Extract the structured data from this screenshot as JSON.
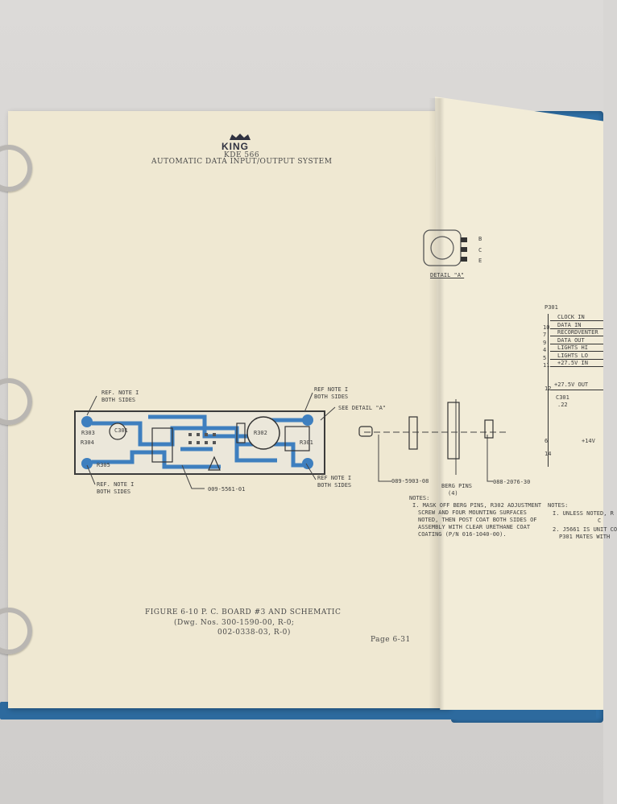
{
  "document": {
    "brand": "KING",
    "model": "KDE 566",
    "system_title": "AUTOMATIC DATA INPUT/OUTPUT SYSTEM",
    "figure_caption_line1": "FIGURE 6-10 P. C. BOARD #3 AND SCHEMATIC",
    "figure_caption_line2": "(Dwg. Nos. 300-1590-00, R-0;",
    "figure_caption_line3": "002-0338-03, R-0)",
    "page_number": "Page 6-31"
  },
  "pcb_labels": {
    "ref_note_tl_1": "REF. NOTE I",
    "ref_note_tl_2": "BOTH SIDES",
    "ref_note_tr_1": "REF NOTE I",
    "ref_note_tr_2": "BOTH SIDES",
    "ref_note_bl_1": "REF. NOTE I",
    "ref_note_bl_2": "BOTH SIDES",
    "ref_note_br_1": "REF NOTE I",
    "ref_note_br_2": "BOTH SIDES",
    "see_detail": "SEE DETAIL \"A\"",
    "r303": "R303",
    "r304": "R304",
    "r305": "R305",
    "r302": "R302",
    "r301": "R301",
    "c301": "C301",
    "part_board": "009-5561-01"
  },
  "hardware": {
    "screw_part": "089-5903-08",
    "pins_label_1": "BERG PINS",
    "pins_label_2": "(4)",
    "pin_part": "088-2076-30"
  },
  "detail": {
    "label": "DETAIL \"A\"",
    "pin_b": "B",
    "pin_c": "C",
    "pin_e": "E"
  },
  "notes_left": {
    "title": "NOTES:",
    "line1": "I. MASK OFF BERG PINS, R302 ADJUSTMENT",
    "line2": "SCREW AND FOUR MOUNTING SURFACES",
    "line3": "NOTED, THEN POST COAT BOTH SIDES OF",
    "line4": "ASSEMBLY WITH CLEAR URETHANE COAT",
    "line5": "COATING (P/N 016-1040-00)."
  },
  "schematic": {
    "connector": "P301",
    "pins": [
      "CLOCK IN",
      "DATA IN",
      "RECORDVENTER",
      "DATA OUT",
      "LIGHTS HI",
      "LIGHTS LO",
      "+27.5V IN"
    ],
    "pin_numbers": [
      "",
      "10",
      "7",
      "9",
      "4",
      "5",
      "11"
    ],
    "supply_out": "+27.5V OUT",
    "cap_label": "C301",
    "cap_value": ".22",
    "pin12": "12",
    "pin6": "6",
    "pin14": "14",
    "v14": "+14V",
    "notes_title": "NOTES:",
    "note1": "I. UNLESS NOTED, R",
    "note1b": "C",
    "note2": "2. J5661 IS UNIT CO",
    "note2b": "P301 MATES WITH"
  },
  "colors": {
    "paper": "#efe8d2",
    "binder": "#2f6fa6",
    "ink": "#3b3b3b",
    "pcb_trace": "#3e7fbf"
  }
}
